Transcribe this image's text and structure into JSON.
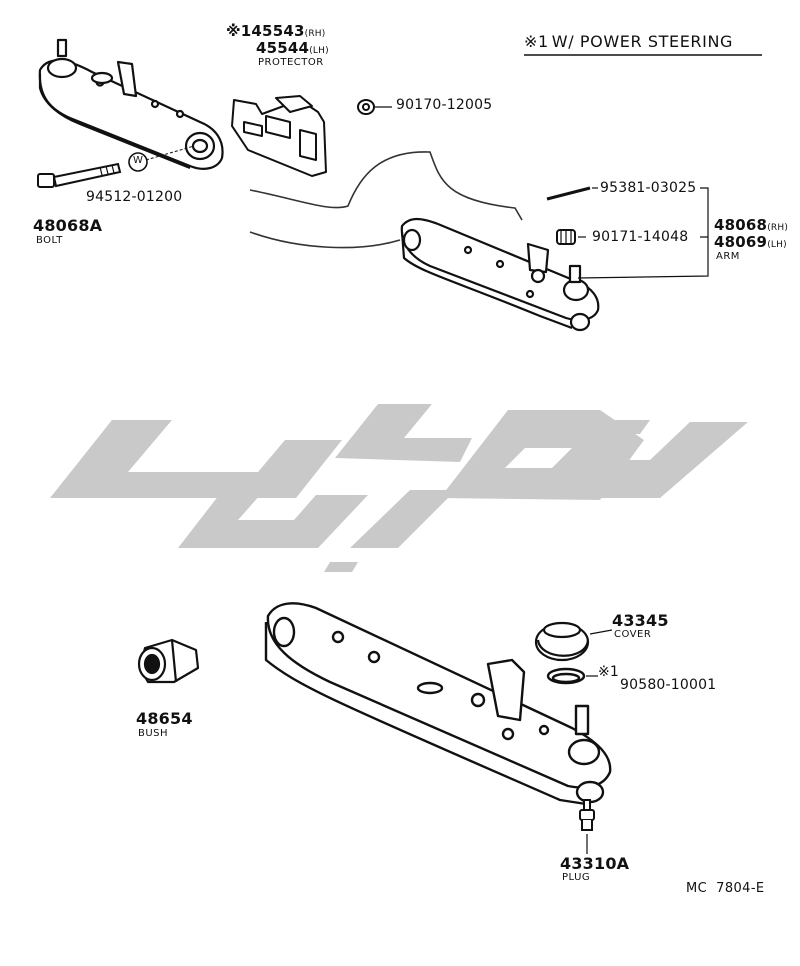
{
  "note": {
    "mark": "※1",
    "text": "W/ POWER STEERING"
  },
  "protector": {
    "mark": "※1",
    "rh": "45543",
    "rh_suffix": "(RH)",
    "lh": "45544",
    "lh_suffix": "(LH)",
    "name": "PROTECTOR"
  },
  "nut_top": {
    "part": "90170-12005"
  },
  "bolt": {
    "part": "48068A",
    "name": "BOLT"
  },
  "washer": {
    "part": "94512-01200",
    "symbol": "W"
  },
  "pin": {
    "part": "95381-03025"
  },
  "nut_arm": {
    "part": "90171-14048"
  },
  "arm": {
    "rh": "48068",
    "rh_suffix": "(RH)",
    "lh": "48069",
    "lh_suffix": "(LH)",
    "name": "ARM"
  },
  "cover": {
    "part": "43345",
    "name": "COVER"
  },
  "ring": {
    "mark": "※1",
    "part": "90580-10001"
  },
  "bush": {
    "part": "48654",
    "name": "BUSH"
  },
  "plug": {
    "part": "43310A",
    "name": "PLUG"
  },
  "diagram_code": "MC  7804-E",
  "colors": {
    "ink": "#111111",
    "watermark": "#c9c9c9",
    "paper": "#ffffff"
  }
}
